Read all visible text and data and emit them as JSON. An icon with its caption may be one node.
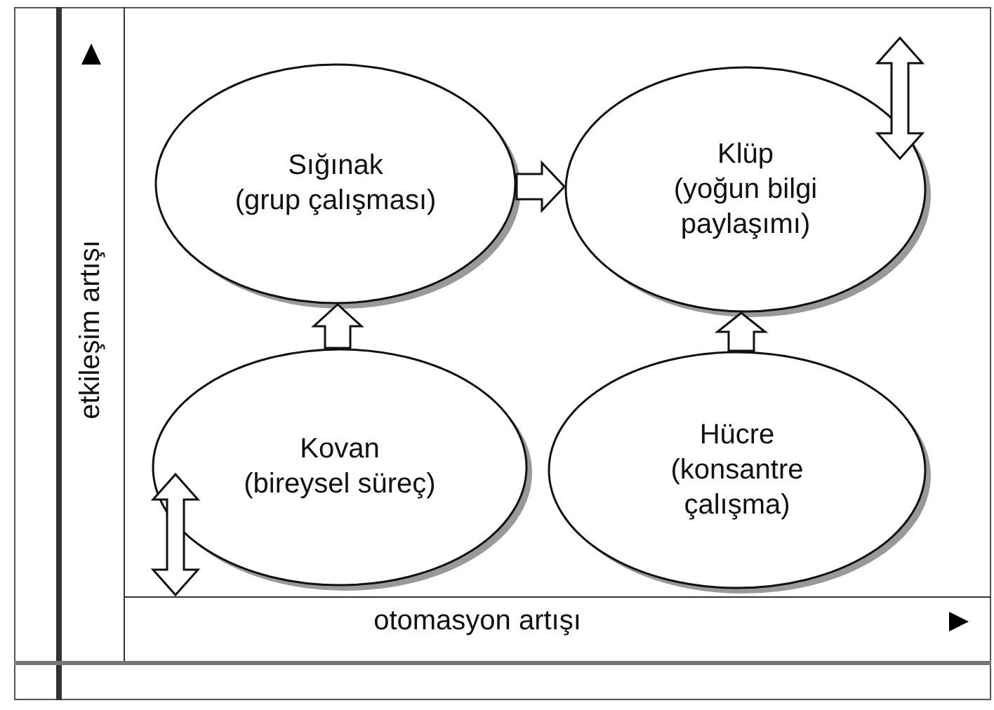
{
  "diagram": {
    "nodes": [
      {
        "text": [
          "Sığınak",
          "(grup çalışması)"
        ]
      },
      {
        "text": [
          "Klüp",
          "(yoğun bilgi paylaşımı)"
        ]
      },
      {
        "text": [
          "Kovan",
          "(bireysel süreç)"
        ]
      },
      {
        "text": [
          "Hücre",
          "(konsantre çalışma)"
        ]
      }
    ],
    "edges": [
      {
        "from": 2,
        "to": 0,
        "arrow": "to"
      },
      {
        "from": 0,
        "to": 1,
        "arrow": "to"
      },
      {
        "from": 3,
        "to": 1,
        "arrow": "to"
      }
    ],
    "labels": [
      "etkileşim artışı",
      "otomasyon artışı"
    ]
  }
}
